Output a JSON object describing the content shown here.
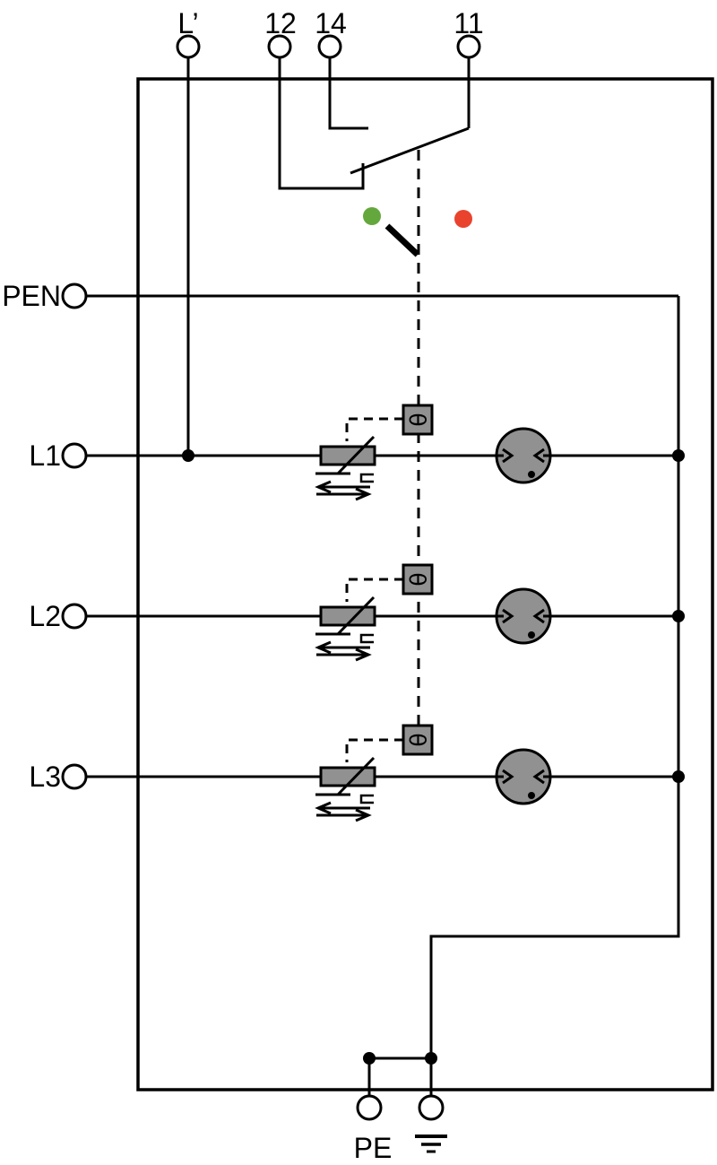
{
  "diagram": {
    "top_terminals": {
      "l_prime": "L’",
      "t12": "12",
      "t14": "14",
      "t11": "11"
    },
    "left_terminals": {
      "pen": "PEN",
      "l1": "L1",
      "l2": "L2",
      "l3": "L3"
    },
    "bottom_terminals": {
      "pe": "PE"
    },
    "symbols": {
      "thermal_disconnector": "θ"
    },
    "indicators": {
      "ok_color": "#64a83d",
      "fault_color": "#e9432e"
    },
    "colors": {
      "line": "#000000",
      "component_fill": "#919191",
      "background": "#ffffff"
    }
  }
}
